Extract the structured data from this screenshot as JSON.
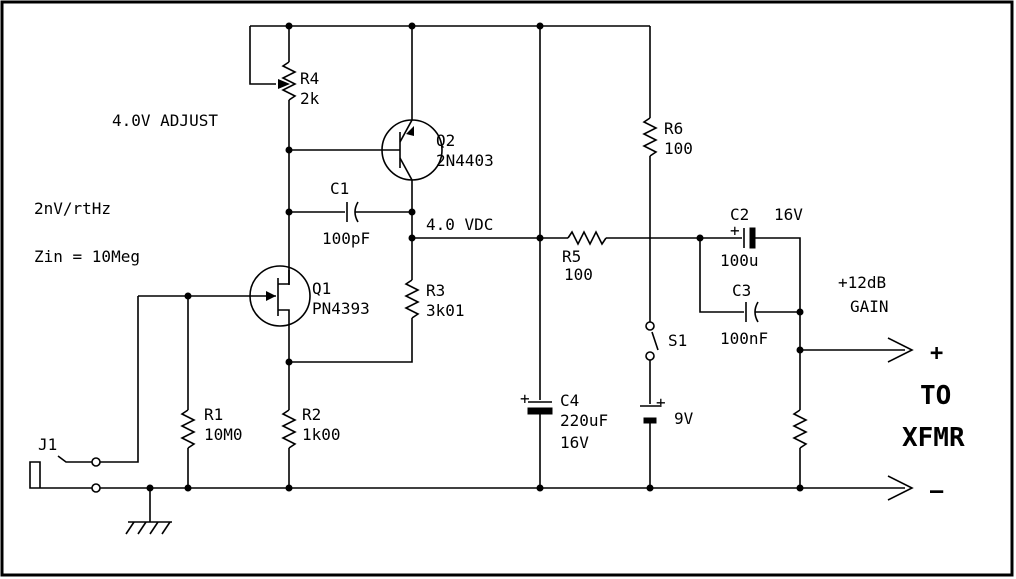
{
  "labels": {
    "r4_name": "R4",
    "r4_value": "2k",
    "adjust": "4.0V ADJUST",
    "q2_name": "Q2",
    "q2_part": "2N4403",
    "c1_name": "C1",
    "c1_value": "100pF",
    "noise": "2nV/rtHz",
    "zin": "Zin = 10Meg",
    "vdc": "4.0 VDC",
    "q1_name": "Q1",
    "q1_part": "PN4393",
    "r3_name": "R3",
    "r3_value": "3k01",
    "r1_name": "R1",
    "r1_value": "10M0",
    "r2_name": "R2",
    "r2_value": "1k00",
    "j1": "J1",
    "r5_name": "R5",
    "r5_value": "100",
    "r6_name": "R6",
    "r6_value": "100",
    "c4_name": "C4",
    "c4_value": "220uF",
    "c4_volt": "16V",
    "s1": "S1",
    "battery": "9V",
    "c2_name": "C2",
    "c2_volt": "16V",
    "c2_value": "100u",
    "c3_name": "C3",
    "c3_value": "100nF",
    "gain1": "+12dB",
    "gain2": "GAIN",
    "plus": "+",
    "minus": "–",
    "to": "TO",
    "xfmr": "XFMR",
    "c4_plus": "+",
    "c2_plus": "+",
    "bat_plus": "+"
  }
}
